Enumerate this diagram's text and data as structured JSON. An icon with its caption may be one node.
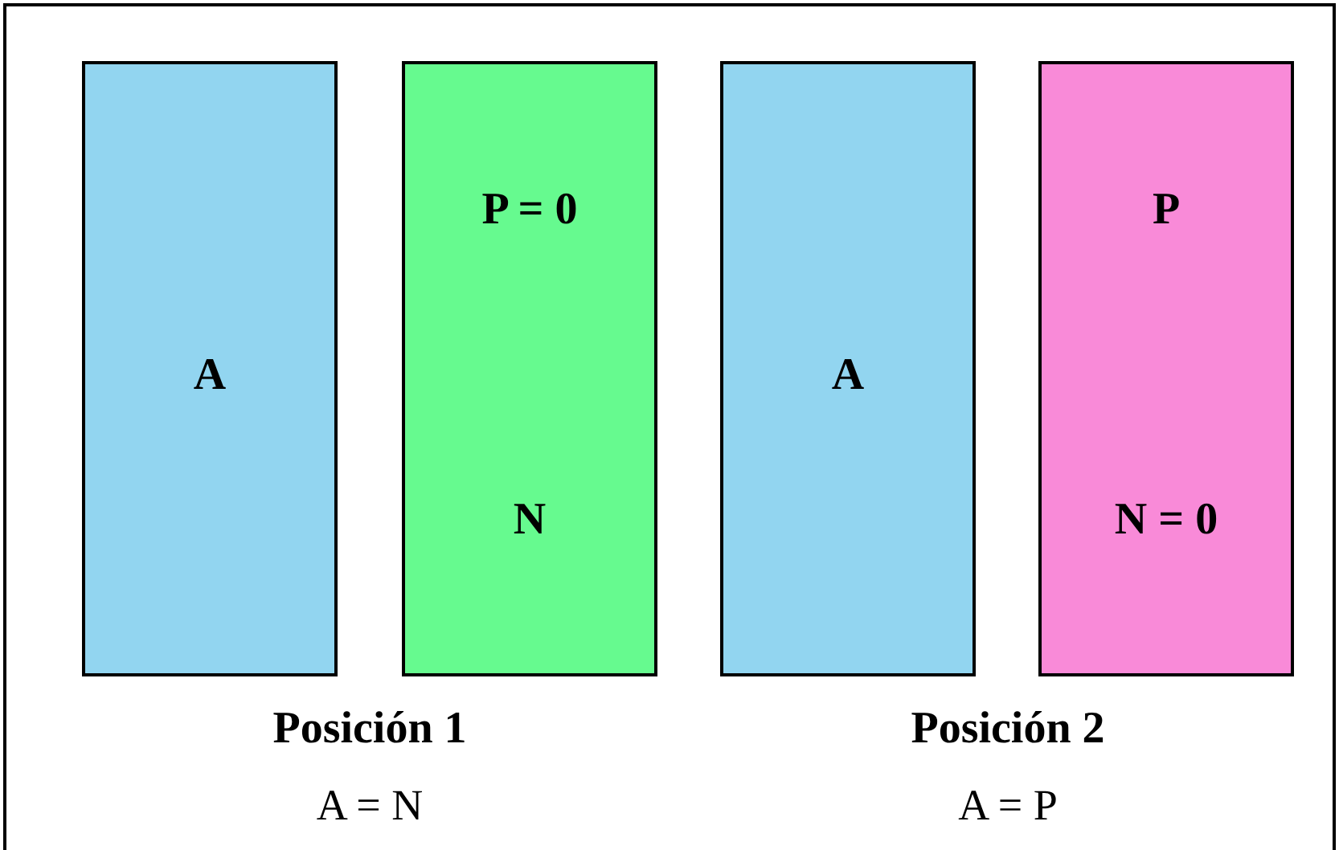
{
  "diagram": {
    "nodes": [
      {
        "text": [
          "A"
        ]
      },
      {
        "text": [
          "P = 0",
          "N"
        ]
      },
      {
        "text": [
          "A"
        ]
      },
      {
        "text": [
          "P",
          "N = 0"
        ]
      }
    ],
    "labels": [
      "Posición 1",
      "Posición 2",
      "A = N",
      "A = P"
    ]
  }
}
